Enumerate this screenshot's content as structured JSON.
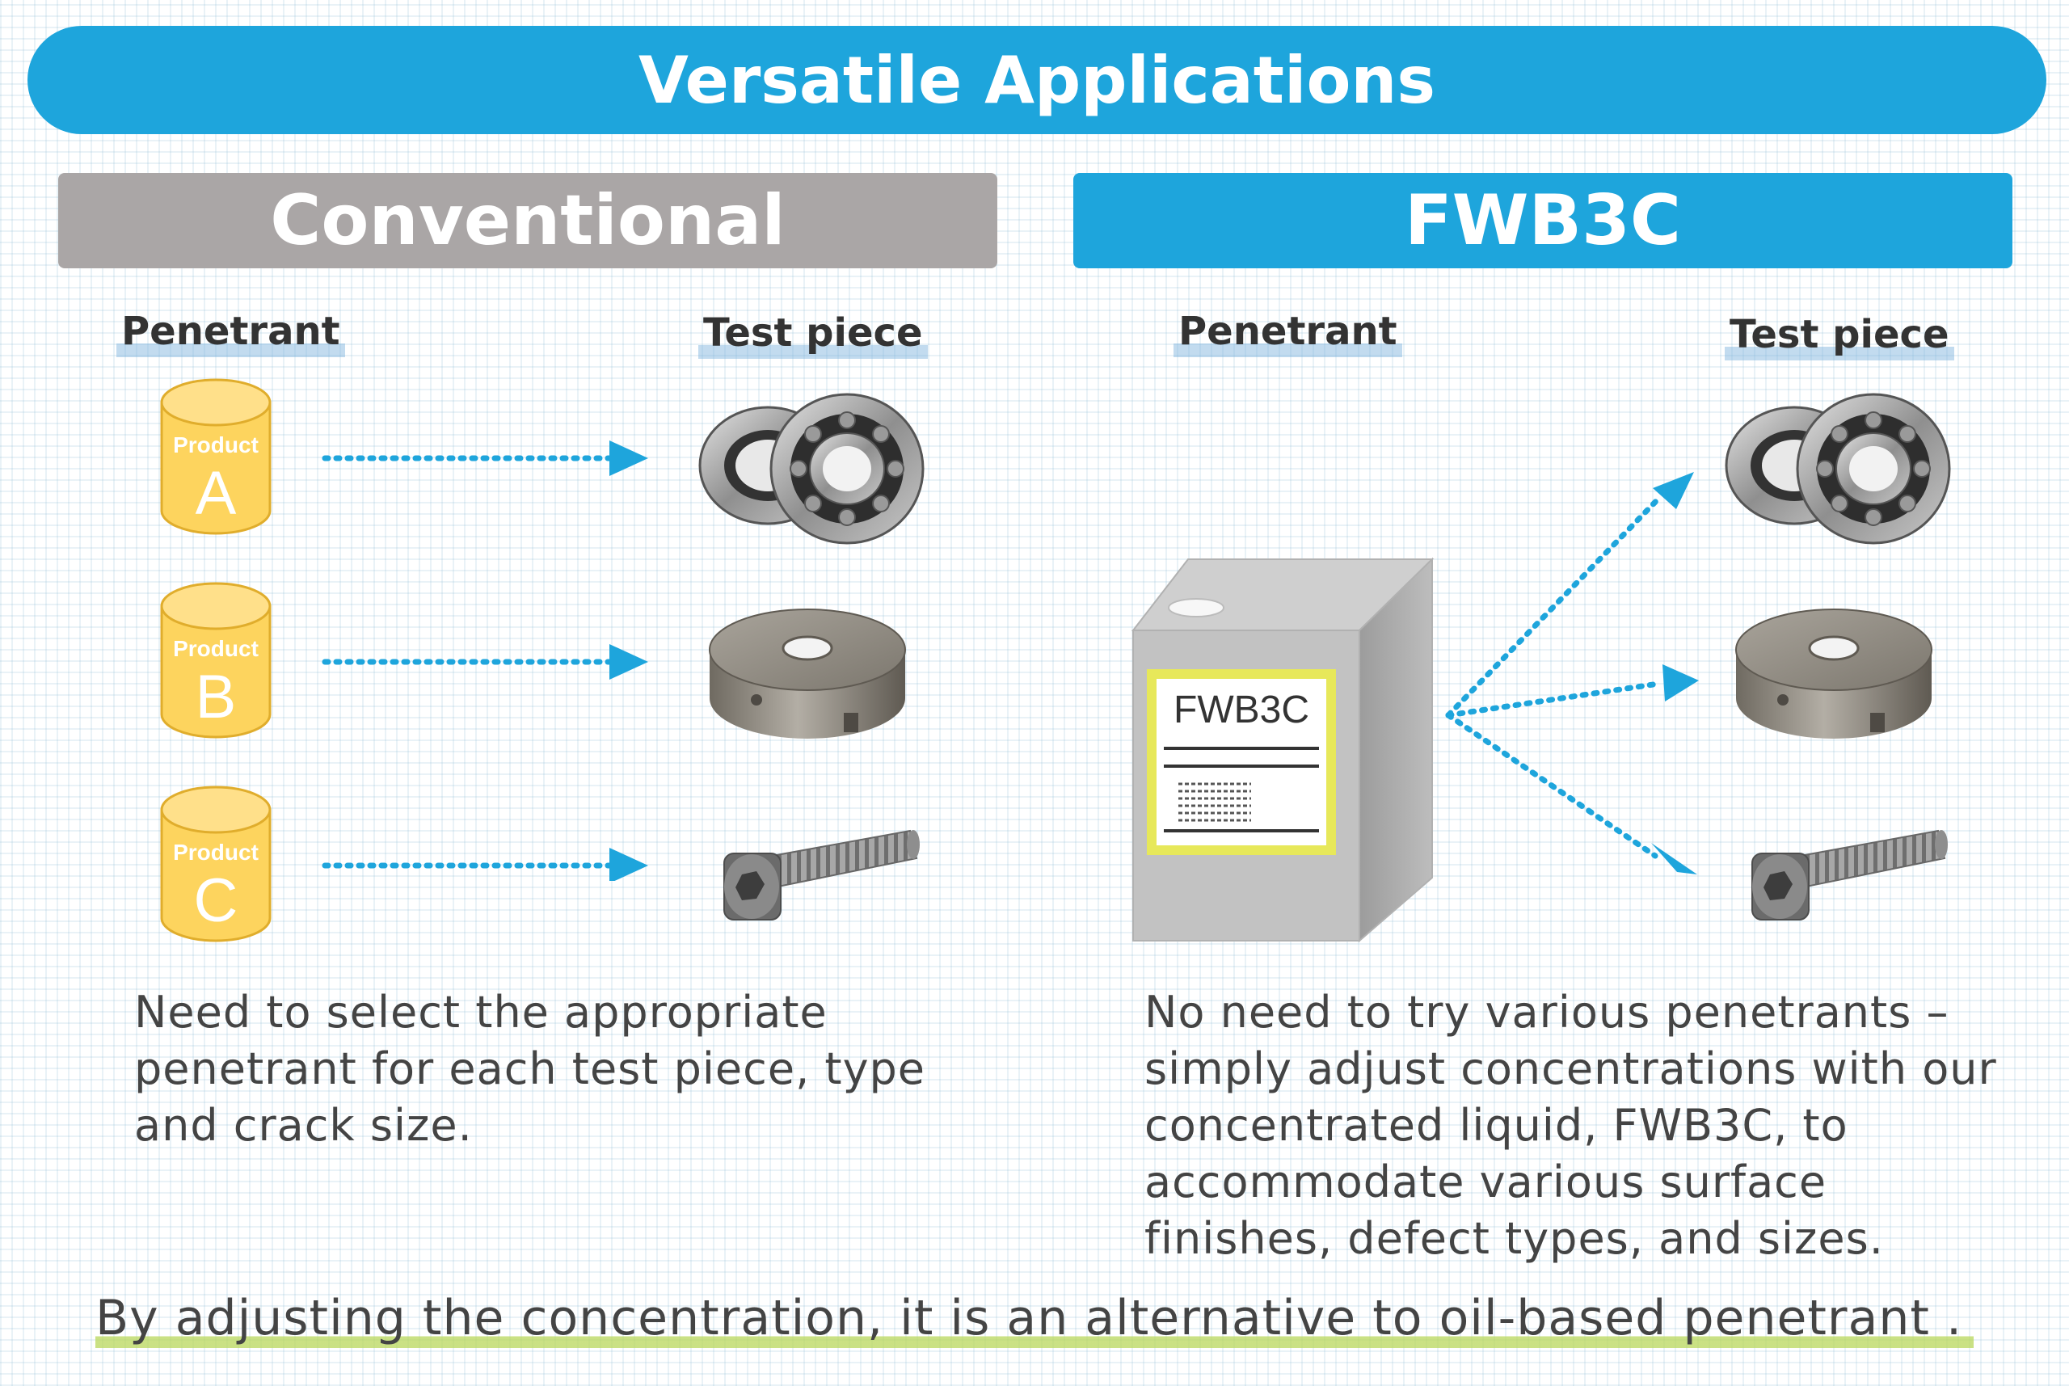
{
  "banner": {
    "title": "Versatile Applications"
  },
  "conventional": {
    "heading": "Conventional",
    "penetrant_label": "Penetrant",
    "test_piece_label": "Test piece",
    "products": [
      {
        "word": "Product",
        "letter": "A"
      },
      {
        "word": "Product",
        "letter": "B"
      },
      {
        "word": "Product",
        "letter": "C"
      }
    ],
    "description_lines": [
      "Need to select the appropriate",
      "penetrant for each test piece, type",
      "and crack size."
    ]
  },
  "fwb3c": {
    "heading": "FWB3C",
    "penetrant_label": "Penetrant",
    "test_piece_label": "Test piece",
    "can_label": "FWB3C",
    "description_lines": [
      "No need to try various penetrants –",
      "simply adjust concentrations with our",
      "concentrated liquid, FWB3C, to",
      "accommodate various surface",
      "finishes, defect types, and sizes."
    ]
  },
  "footer": {
    "text": "By adjusting the concentration, it is an alternative to oil-based penetrant ."
  },
  "colors": {
    "accent_blue": "#1ea5dc",
    "heading_gray": "#aaa6a6",
    "product_yellow": "#fdd45e",
    "label_yellow_border": "#e7e85a",
    "footer_underline": "#bcd75a"
  },
  "icons": [
    "product-cylinder-icon",
    "arrow-icon",
    "bearing-icon",
    "disc-part-icon",
    "bolt-icon",
    "penetrant-can-icon"
  ]
}
